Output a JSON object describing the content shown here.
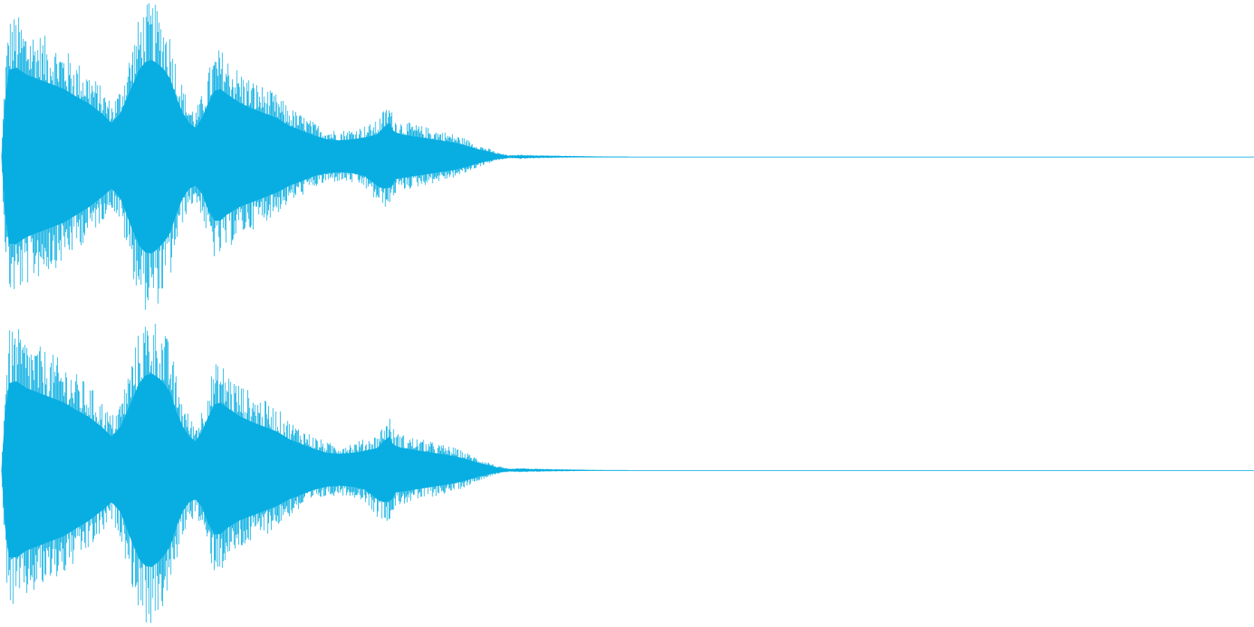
{
  "chart_data": {
    "type": "area",
    "title": "",
    "xlabel": "",
    "ylabel": "",
    "grid": false,
    "legend": "none",
    "color": "#08aee2",
    "ylim": [
      -1,
      1
    ],
    "x_range": [
      0,
      1
    ],
    "series": [
      {
        "channel": 1,
        "envelope": {
          "x": [
            0.0,
            0.003,
            0.006,
            0.012,
            0.02,
            0.03,
            0.04,
            0.05,
            0.06,
            0.07,
            0.08,
            0.088,
            0.095,
            0.1,
            0.105,
            0.11,
            0.115,
            0.12,
            0.125,
            0.13,
            0.135,
            0.14,
            0.145,
            0.15,
            0.155,
            0.16,
            0.165,
            0.17,
            0.175,
            0.18,
            0.19,
            0.2,
            0.21,
            0.22,
            0.23,
            0.24,
            0.25,
            0.26,
            0.27,
            0.28,
            0.29,
            0.3,
            0.305,
            0.31,
            0.312,
            0.315,
            0.32,
            0.33,
            0.34,
            0.35,
            0.36,
            0.37,
            0.38,
            0.39,
            0.395,
            0.4,
            0.405,
            0.41,
            0.415,
            0.42,
            0.43,
            0.44,
            0.45,
            0.46,
            0.465,
            0.47,
            0.475,
            1.0
          ],
          "top": [
            0.0,
            0.6,
            0.9,
            0.92,
            0.85,
            0.8,
            0.75,
            0.7,
            0.62,
            0.55,
            0.45,
            0.35,
            0.45,
            0.6,
            0.75,
            0.9,
            0.98,
            1.0,
            0.96,
            0.9,
            0.8,
            0.6,
            0.45,
            0.35,
            0.3,
            0.4,
            0.55,
            0.68,
            0.7,
            0.65,
            0.56,
            0.5,
            0.45,
            0.4,
            0.32,
            0.27,
            0.22,
            0.18,
            0.17,
            0.18,
            0.2,
            0.23,
            0.3,
            0.35,
            0.28,
            0.25,
            0.23,
            0.21,
            0.19,
            0.17,
            0.15,
            0.12,
            0.08,
            0.05,
            0.03,
            0.02,
            0.01,
            0.012,
            0.015,
            0.012,
            0.01,
            0.008,
            0.007,
            0.005,
            0.004,
            0.003,
            0.002,
            0.0
          ],
          "bottom": [
            0.0,
            0.6,
            0.9,
            0.9,
            0.83,
            0.78,
            0.73,
            0.68,
            0.6,
            0.52,
            0.42,
            0.33,
            0.43,
            0.6,
            0.77,
            0.92,
            0.99,
            1.0,
            0.95,
            0.88,
            0.78,
            0.58,
            0.42,
            0.33,
            0.3,
            0.38,
            0.55,
            0.66,
            0.66,
            0.6,
            0.52,
            0.47,
            0.42,
            0.37,
            0.3,
            0.25,
            0.2,
            0.17,
            0.16,
            0.17,
            0.2,
            0.3,
            0.33,
            0.32,
            0.3,
            0.23,
            0.22,
            0.2,
            0.18,
            0.16,
            0.14,
            0.11,
            0.07,
            0.04,
            0.025,
            0.02,
            0.01,
            0.012,
            0.015,
            0.012,
            0.01,
            0.008,
            0.007,
            0.005,
            0.004,
            0.003,
            0.002,
            0.0
          ]
        }
      },
      {
        "channel": 2,
        "envelope": {
          "x": [
            0.0,
            0.003,
            0.006,
            0.012,
            0.02,
            0.03,
            0.04,
            0.05,
            0.06,
            0.07,
            0.08,
            0.088,
            0.095,
            0.1,
            0.105,
            0.11,
            0.115,
            0.12,
            0.125,
            0.13,
            0.135,
            0.14,
            0.145,
            0.15,
            0.155,
            0.16,
            0.165,
            0.17,
            0.175,
            0.18,
            0.19,
            0.2,
            0.21,
            0.22,
            0.23,
            0.24,
            0.25,
            0.26,
            0.27,
            0.28,
            0.29,
            0.3,
            0.305,
            0.31,
            0.312,
            0.315,
            0.32,
            0.33,
            0.34,
            0.35,
            0.36,
            0.37,
            0.38,
            0.39,
            0.395,
            0.4,
            0.405,
            0.41,
            0.415,
            0.42,
            0.43,
            0.44,
            0.45,
            0.46,
            0.465,
            0.47,
            0.475,
            1.0
          ],
          "top": [
            0.0,
            0.6,
            0.9,
            0.92,
            0.85,
            0.8,
            0.75,
            0.7,
            0.62,
            0.55,
            0.45,
            0.35,
            0.45,
            0.6,
            0.75,
            0.9,
            0.98,
            1.0,
            0.96,
            0.9,
            0.8,
            0.6,
            0.45,
            0.35,
            0.3,
            0.4,
            0.55,
            0.68,
            0.7,
            0.65,
            0.56,
            0.5,
            0.45,
            0.4,
            0.32,
            0.27,
            0.22,
            0.18,
            0.17,
            0.18,
            0.2,
            0.23,
            0.3,
            0.35,
            0.28,
            0.25,
            0.23,
            0.21,
            0.19,
            0.17,
            0.15,
            0.12,
            0.08,
            0.05,
            0.03,
            0.02,
            0.01,
            0.012,
            0.015,
            0.012,
            0.01,
            0.008,
            0.007,
            0.005,
            0.004,
            0.003,
            0.002,
            0.0
          ],
          "bottom": [
            0.0,
            0.6,
            0.9,
            0.9,
            0.83,
            0.78,
            0.73,
            0.68,
            0.6,
            0.52,
            0.42,
            0.33,
            0.43,
            0.6,
            0.77,
            0.92,
            0.99,
            1.0,
            0.95,
            0.88,
            0.78,
            0.58,
            0.42,
            0.33,
            0.3,
            0.38,
            0.55,
            0.66,
            0.66,
            0.6,
            0.52,
            0.47,
            0.42,
            0.37,
            0.3,
            0.25,
            0.2,
            0.17,
            0.16,
            0.17,
            0.2,
            0.3,
            0.33,
            0.32,
            0.3,
            0.23,
            0.22,
            0.2,
            0.18,
            0.16,
            0.14,
            0.11,
            0.07,
            0.04,
            0.025,
            0.02,
            0.01,
            0.012,
            0.015,
            0.012,
            0.01,
            0.008,
            0.007,
            0.005,
            0.004,
            0.003,
            0.002,
            0.0
          ]
        }
      }
    ]
  }
}
